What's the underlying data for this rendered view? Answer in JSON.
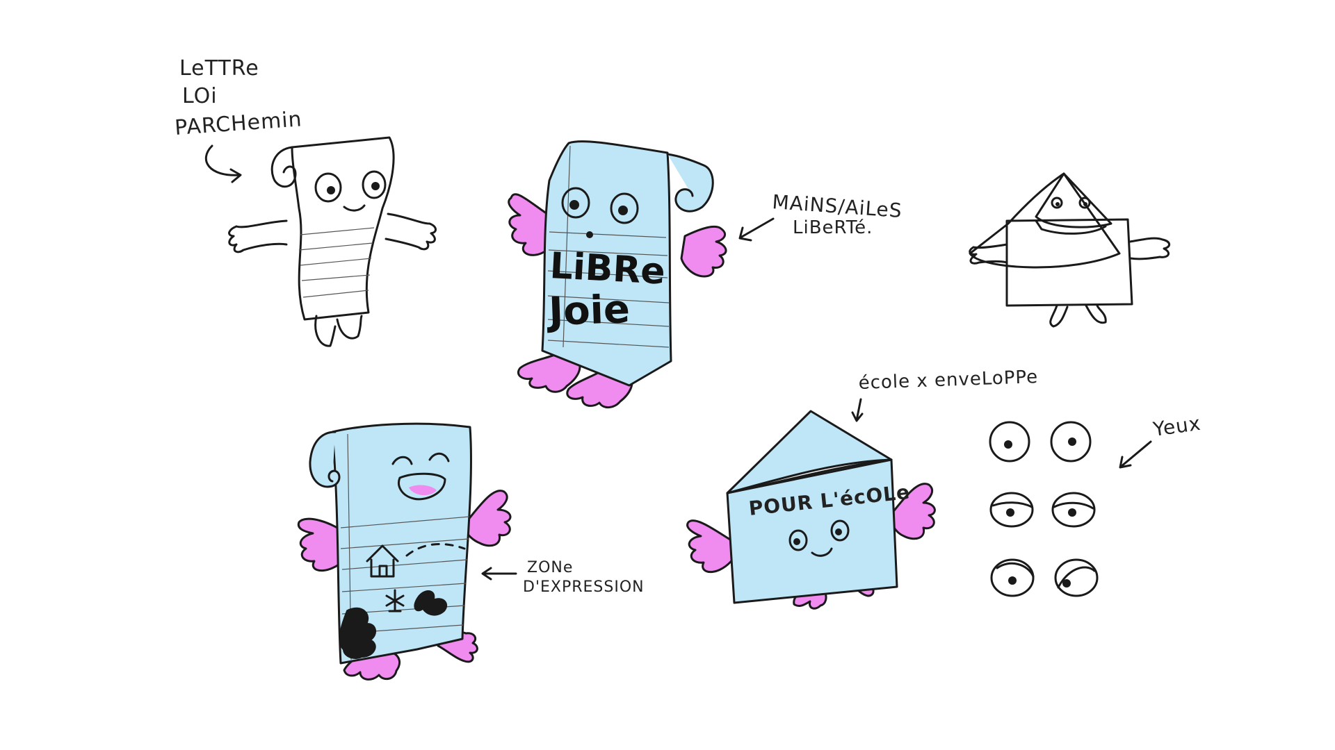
{
  "annotations": {
    "lettre": "LeTTRe",
    "loi": "LOi",
    "parchemin": "PARCHemin",
    "mains_ailes": "MAiNS/AiLeS",
    "liberte": "LiBeRTé.",
    "ecole_enveloppe": "école x enveLoPPe",
    "yeux": "Yeux",
    "zone_expression_1": "ZONe",
    "zone_expression_2": "D'EXPRESSION"
  },
  "character_texts": {
    "libre": "LiBRe",
    "joie": "Joie",
    "pour_ecole": "POUR L'écOLe"
  },
  "colors": {
    "body_blue": "#bfe6f7",
    "limb_pink": "#f08bf0",
    "ink": "#1a1a1a"
  }
}
